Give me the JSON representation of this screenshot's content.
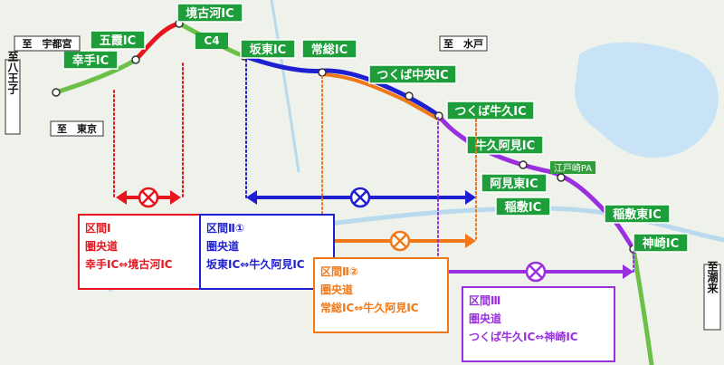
{
  "map": {
    "colors": {
      "section1": "#e8141e",
      "section2_1": "#1f1fd2",
      "section2_2": "#f07818",
      "section3": "#9a2fe0",
      "existing_road": "#6cc04a",
      "ic_label_bg": "#1e9e3a",
      "sea": "#c7e3f5",
      "land": "#eef2ea"
    },
    "ic_labels": [
      {
        "id": "satte",
        "text": "幸手IC"
      },
      {
        "id": "goka",
        "text": "五霞IC"
      },
      {
        "id": "sakaikoga",
        "text": "境古河IC"
      },
      {
        "id": "bando",
        "text": "坂東IC"
      },
      {
        "id": "joso",
        "text": "常総IC"
      },
      {
        "id": "tsukubachuo",
        "text": "つくば中央IC"
      },
      {
        "id": "tsukubaushiku",
        "text": "つくば牛久IC"
      },
      {
        "id": "ushikuami",
        "text": "牛久阿見IC"
      },
      {
        "id": "amihigashi",
        "text": "阿見東IC"
      },
      {
        "id": "inashiki",
        "text": "稲敷IC"
      },
      {
        "id": "inashikihigashi",
        "text": "稲敷東IC"
      },
      {
        "id": "kozaki",
        "text": "神崎IC"
      }
    ],
    "route_number": "C4",
    "pa_label": "江戸崎PA",
    "directions": {
      "utsunomiya": "至　宇都宮",
      "tokyo": "至　東京",
      "mito": "至　水戸",
      "hachioji": "至八王子",
      "itako": "至潮来"
    },
    "sections": [
      {
        "id": "s1",
        "lines": [
          "区間Ⅰ",
          "圏央道",
          "幸手IC⇔境古河IC"
        ]
      },
      {
        "id": "s2_1",
        "lines": [
          "区間Ⅱ①",
          "圏央道",
          "坂東IC⇔牛久阿見IC"
        ]
      },
      {
        "id": "s2_2",
        "lines": [
          "区間Ⅱ②",
          "圏央道",
          "常総IC⇔牛久阿見IC"
        ]
      },
      {
        "id": "s3",
        "lines": [
          "区間Ⅲ",
          "圏央道",
          "つくば牛久IC⇔神崎IC"
        ]
      }
    ]
  }
}
